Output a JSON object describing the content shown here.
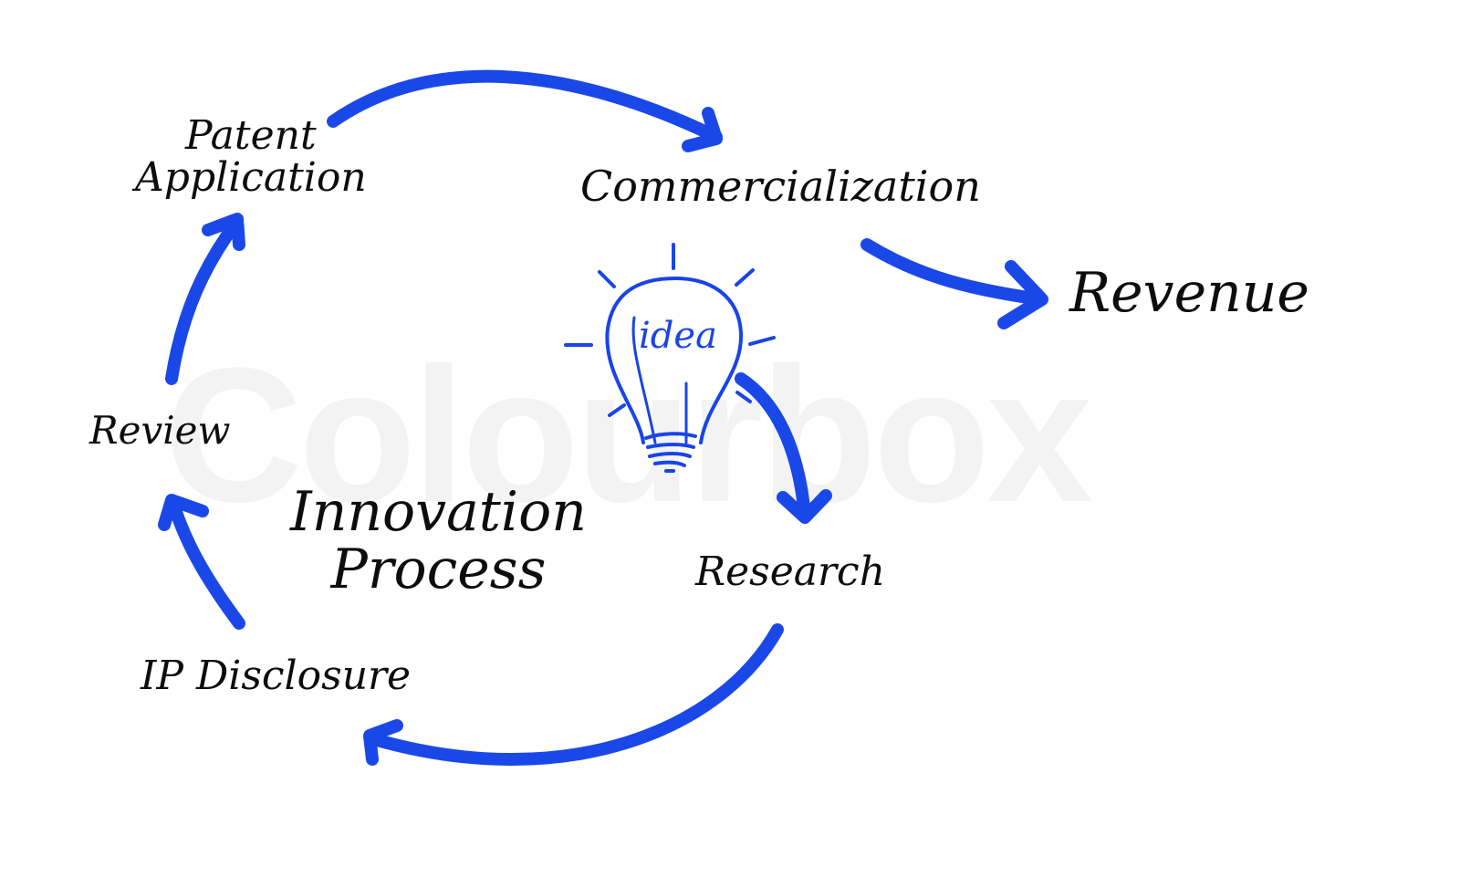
{
  "diagram": {
    "title": "Innovation Process",
    "title_lines": [
      "Innovation",
      "Process"
    ],
    "center_icon": {
      "name": "lightbulb-icon",
      "text": "idea"
    },
    "watermark": "Colourbox",
    "colors": {
      "arrow": "#1a48e8",
      "text": "#0d0d0d",
      "watermark": "#f3f3f3",
      "background": "#ffffff"
    },
    "steps": [
      {
        "id": "patent",
        "lines": [
          "Patent",
          "Application"
        ]
      },
      {
        "id": "commercialization",
        "label": "Commercialization"
      },
      {
        "id": "revenue",
        "label": "Revenue"
      },
      {
        "id": "research",
        "label": "Research"
      },
      {
        "id": "ip-disclosure",
        "label": "IP Disclosure"
      },
      {
        "id": "review",
        "label": "Review"
      }
    ],
    "flow": [
      [
        "idea",
        "Research"
      ],
      [
        "Research",
        "IP Disclosure"
      ],
      [
        "IP Disclosure",
        "Review"
      ],
      [
        "Review",
        "Patent Application"
      ],
      [
        "Patent Application",
        "Commercialization"
      ],
      [
        "Commercialization",
        "Revenue"
      ]
    ]
  }
}
